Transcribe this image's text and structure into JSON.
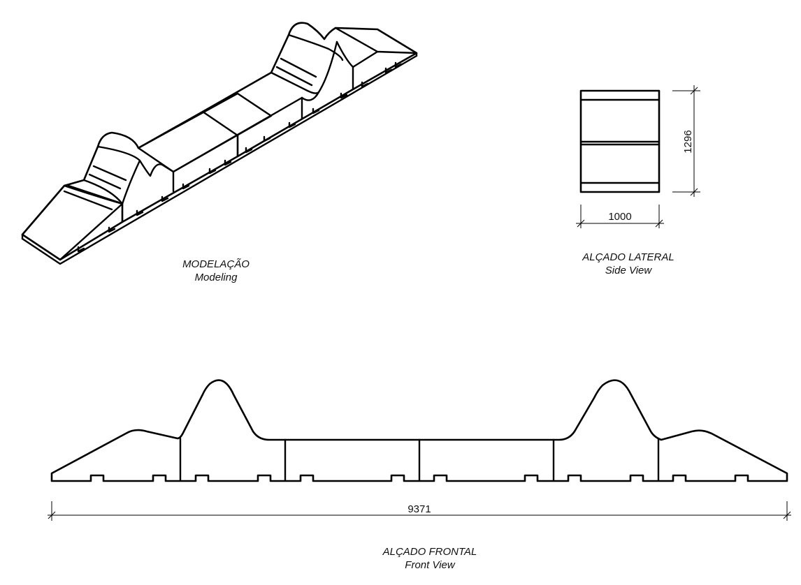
{
  "modeling": {
    "title": "MODELAÇÃO",
    "subtitle": "Modeling"
  },
  "side_view": {
    "title": "ALÇADO LATERAL",
    "subtitle": "Side View",
    "height_dim": "1296",
    "width_dim": "1000"
  },
  "front_view": {
    "title": "ALÇADO FRONTAL",
    "subtitle": "Front View",
    "length_dim": "9371"
  }
}
